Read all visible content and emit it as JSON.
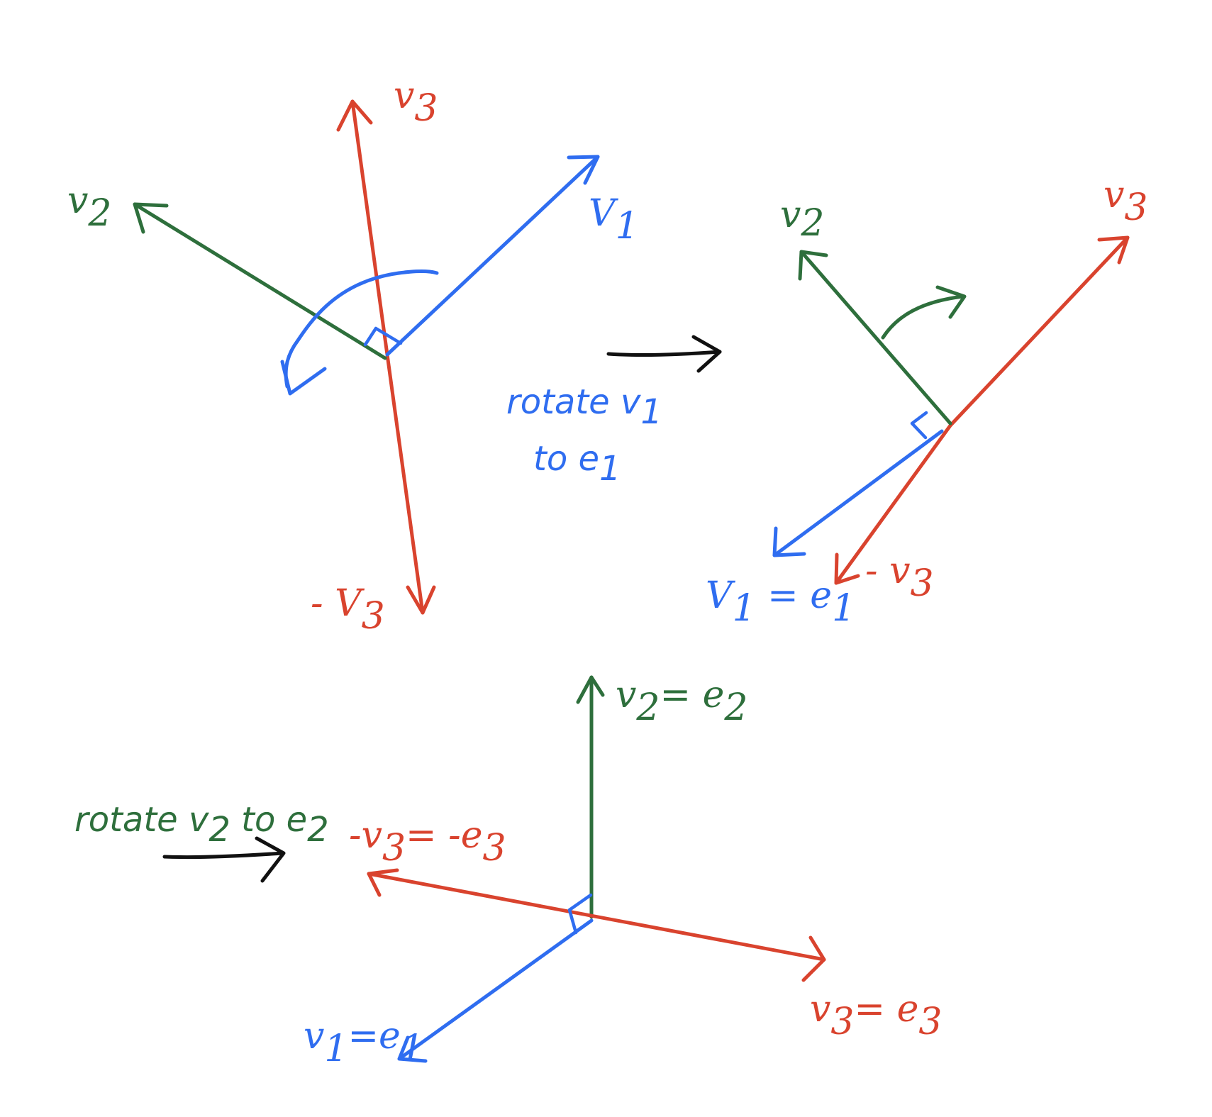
{
  "colors": {
    "blue": "#2f6df0",
    "green": "#2e6f3c",
    "red": "#d9432e",
    "black": "#111111"
  },
  "diagram1": {
    "v3": {
      "base": "v",
      "sub": "3"
    },
    "v1": {
      "base": "V",
      "sub": "1"
    },
    "v2": {
      "base": "v",
      "sub": "2"
    },
    "neg_v3": {
      "base": "- V",
      "sub": "3"
    }
  },
  "step1": {
    "line1": "rotate v",
    "line1_sub": "1",
    "line2": "to e",
    "line2_sub": "1"
  },
  "diagram2": {
    "v2": {
      "base": "v",
      "sub": "2"
    },
    "v3": {
      "base": "v",
      "sub": "3"
    },
    "v1_e1": {
      "base": "V",
      "sub": "1",
      "eq": " = e",
      "sub2": "1"
    },
    "neg_v3": {
      "base": "- v",
      "sub": "3"
    }
  },
  "diagram3": {
    "v2_e2": {
      "base": "v",
      "sub": "2",
      "eq": "= e",
      "sub2": "2"
    },
    "neg_v3_e3": {
      "base": "-v",
      "sub": "3",
      "eq": "= -e",
      "sub2": "3"
    },
    "v3_e3": {
      "base": "v",
      "sub": "3",
      "eq": "= e",
      "sub2": "3"
    },
    "v1_e1": {
      "base": "v",
      "sub": "1",
      "eq": "=e",
      "sub2": "1"
    }
  },
  "step2": {
    "text": "rotate v",
    "text_sub": "2",
    "text_tail": " to e",
    "text_tail_sub": "2"
  }
}
